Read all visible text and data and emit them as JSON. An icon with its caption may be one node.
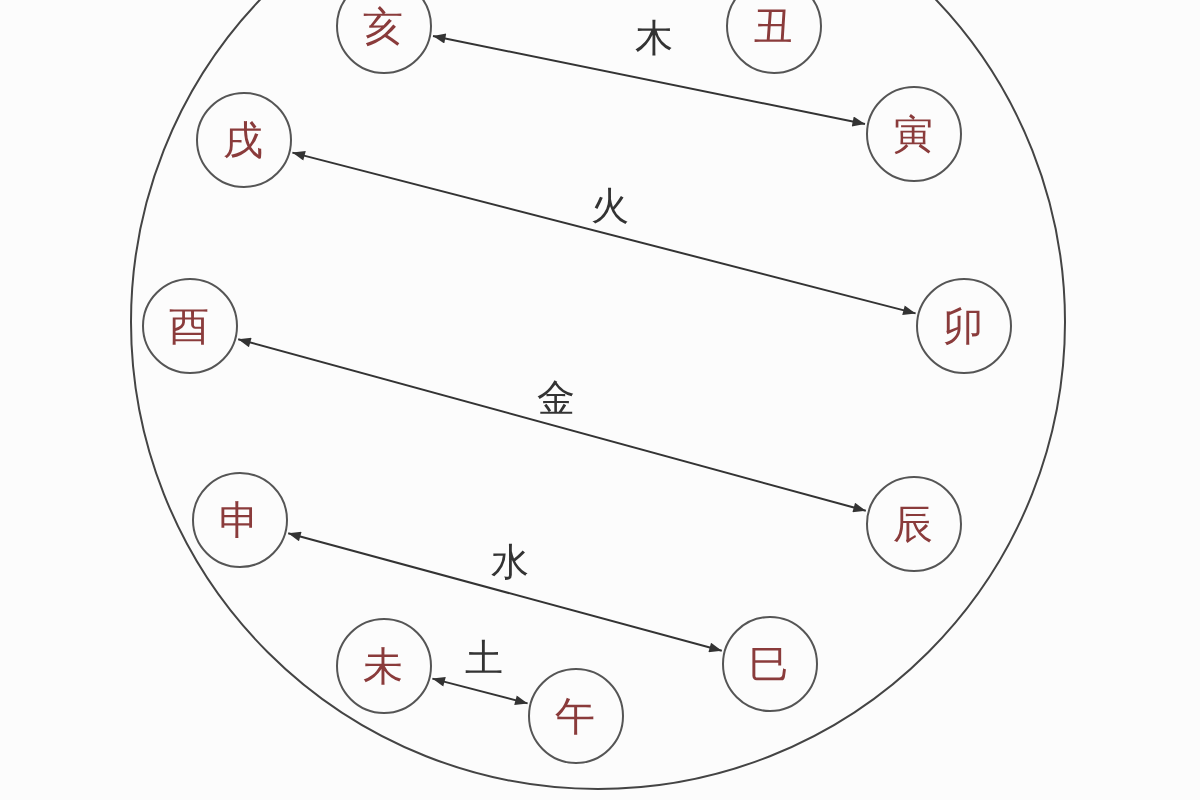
{
  "diagram": {
    "nodes": [
      {
        "text": [],
        "shape": "circle"
      },
      {
        "text": [
          "亥"
        ],
        "in": 0
      },
      {
        "text": [
          "丑"
        ],
        "in": 0
      },
      {
        "text": [
          "戌"
        ],
        "in": 0
      },
      {
        "text": [
          "寅"
        ],
        "in": 0
      },
      {
        "text": [
          "酉"
        ],
        "in": 0
      },
      {
        "text": [
          "卯"
        ],
        "in": 0
      },
      {
        "text": [
          "申"
        ],
        "in": 0
      },
      {
        "text": [
          "辰"
        ],
        "in": 0
      },
      {
        "text": [
          "未"
        ],
        "in": 0
      },
      {
        "text": [
          "巳"
        ],
        "in": 0
      },
      {
        "text": [
          "午"
        ],
        "in": 0
      }
    ],
    "edges": [
      {
        "from": 1,
        "to": 4,
        "arrow": "both",
        "label": "木"
      },
      {
        "from": 3,
        "to": 6,
        "arrow": "both",
        "label": "火"
      },
      {
        "from": 5,
        "to": 8,
        "arrow": "both",
        "label": "金"
      },
      {
        "from": 7,
        "to": 10,
        "arrow": "both",
        "label": "水"
      },
      {
        "from": 9,
        "to": 11,
        "arrow": "both",
        "label": "土"
      }
    ]
  }
}
